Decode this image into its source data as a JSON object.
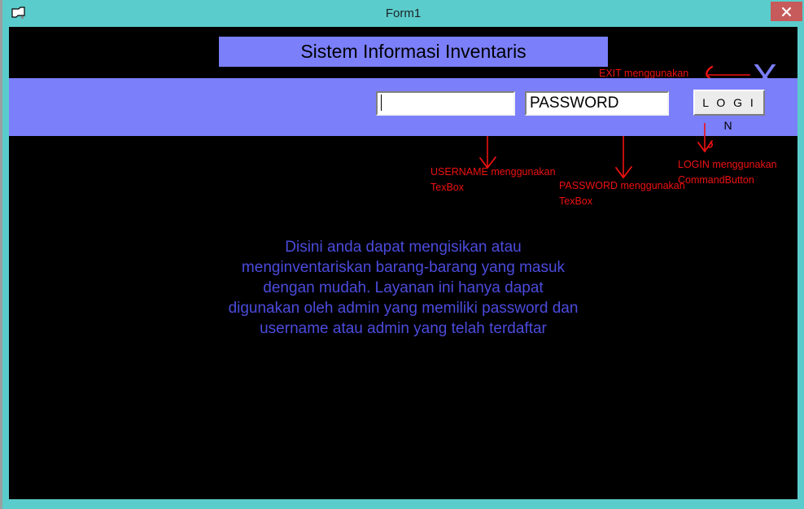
{
  "window": {
    "title": "Form1",
    "icon": "form-window-icon",
    "close_label": "✕",
    "chrome_color": "#5bcccc",
    "client_color": "#000000"
  },
  "header": {
    "banner_title": "Sistem Informasi Inventaris",
    "banner_color": "#7b7ffa",
    "exit_annotation": "EXIT menggunakan Label",
    "exit_glyph": "X",
    "exit_glyph_color": "#7b7ffa"
  },
  "form": {
    "bar_color": "#7b7ffa",
    "username": {
      "value": "",
      "placeholder": ""
    },
    "password": {
      "value": "PASSWORD",
      "placeholder": ""
    },
    "login_label": "L O G I N"
  },
  "annotations": {
    "color": "#ee1111",
    "username": "USERNAME menggunakan TexBox",
    "password": "PASSWORD menggunakan TexBox",
    "login": "LOGIN menggunakan CommandButton"
  },
  "body": {
    "text_color": "#4b4bdd",
    "lines": [
      "Disini anda dapat mengisikan atau",
      "menginventariskan barang-barang yang masuk",
      "dengan mudah. Layanan ini hanya dapat",
      "digunakan oleh admin yang memiliki password dan",
      "username atau admin yang telah terdaftar"
    ]
  }
}
